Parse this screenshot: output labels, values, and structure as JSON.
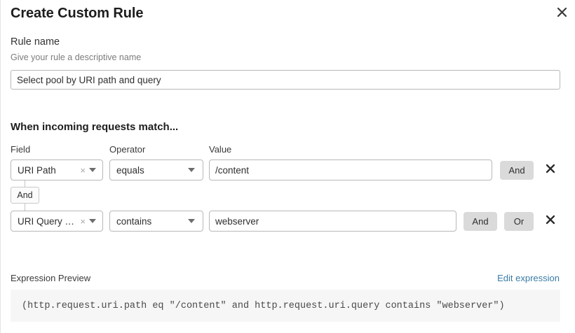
{
  "dialog": {
    "title": "Create Custom Rule",
    "close_icon": "close-icon"
  },
  "rule_name": {
    "label": "Rule name",
    "help": "Give your rule a descriptive name",
    "value": "Select pool by URI path and query",
    "placeholder": "Rule name"
  },
  "match": {
    "heading": "When incoming requests match...",
    "columns": {
      "field": "Field",
      "operator": "Operator",
      "value": "Value"
    },
    "connector": "And",
    "rows": [
      {
        "field": "URI Path",
        "clear_icon": "×",
        "caret_icon": "chevron-down-icon",
        "operator": "equals",
        "value": "/content",
        "value_placeholder": "Enter value",
        "buttons": [
          "And"
        ],
        "remove_icon": "close-icon"
      },
      {
        "field": "URI Query St...",
        "clear_icon": "×",
        "caret_icon": "chevron-down-icon",
        "operator": "contains",
        "value": "webserver",
        "value_placeholder": "Enter value",
        "buttons": [
          "And",
          "Or"
        ],
        "remove_icon": "close-icon"
      }
    ]
  },
  "expression": {
    "label": "Expression Preview",
    "edit_link": "Edit expression",
    "code": "(http.request.uri.path eq \"/content\" and http.request.uri.query contains \"webserver\")"
  },
  "colors": {
    "link": "#3a7ca5",
    "button_bg": "#dadada",
    "code_bg": "#f6f6f6",
    "border": "#b8b8b8"
  }
}
